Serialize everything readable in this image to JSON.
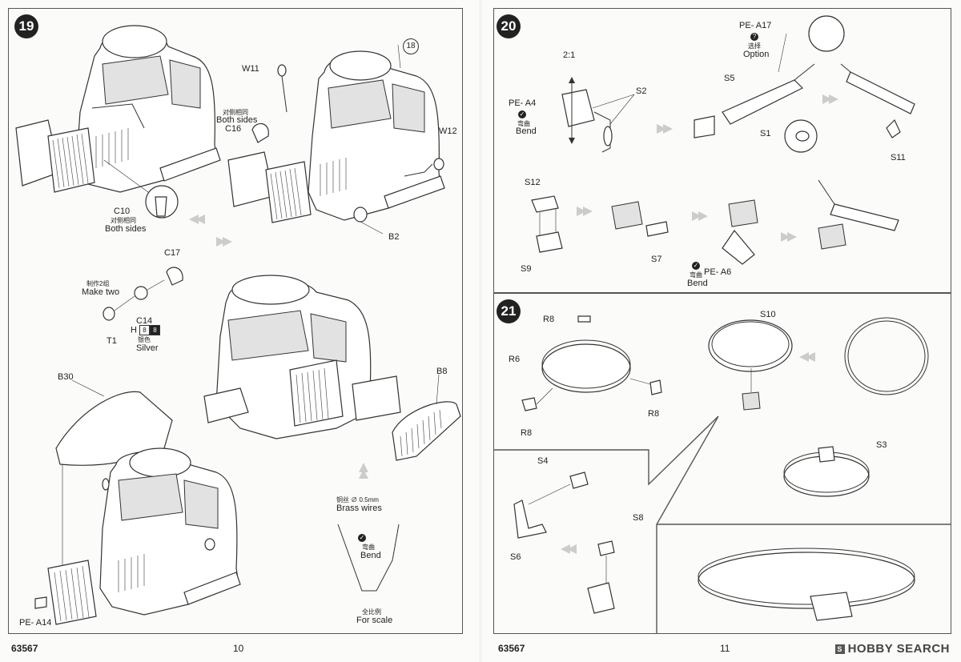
{
  "left_page": {
    "step_number": "19",
    "labels": {
      "W11": "W11",
      "n18": "18",
      "both_sides_cn_1": "对侧相同",
      "both_sides_en_1": "Both sides",
      "C16": "C16",
      "W12": "W12",
      "C10": "C10",
      "both_sides_cn_2": "对侧相同",
      "both_sides_en_2": "Both sides",
      "B2": "B2",
      "C17": "C17",
      "make_two_cn": "制作2组",
      "make_two_en": "Make two",
      "C14": "C14",
      "T1": "T1",
      "H": "H",
      "chip_8a": "8",
      "chip_8b": "8",
      "silver_cn": "银色",
      "silver_en": "Silver",
      "B30": "B30",
      "B8": "B8",
      "brass_cn": "铜丝 ∅ 0.5mm",
      "brass_en": "Brass wires",
      "bend_cn": "弯曲",
      "bend_en": "Bend",
      "scale_cn": "全比例",
      "scale_en": "For scale",
      "PE_A14": "PE- A14"
    },
    "footer_code": "63567",
    "page_number": "10"
  },
  "right_page": {
    "step_20": {
      "step_number": "20",
      "labels": {
        "ratio": "2:1",
        "PE_A4": "PE- A4",
        "bend_cn_1": "弯曲",
        "bend_en_1": "Bend",
        "S2": "S2",
        "PE_A17": "PE- A17",
        "option_icon": "?",
        "option_cn": "选择",
        "option_en": "Option",
        "S5": "S5",
        "S1": "S1",
        "S11": "S11",
        "S12": "S12",
        "S9": "S9",
        "S7": "S7",
        "PE_A6": "PE- A6",
        "bend_cn_2": "弯曲",
        "bend_en_2": "Bend"
      }
    },
    "step_21": {
      "step_number": "21",
      "labels": {
        "R8_top": "R8",
        "R6": "R6",
        "R8_right": "R8",
        "R8_left": "R8",
        "S10": "S10",
        "S3": "S3",
        "S4": "S4",
        "S6": "S6",
        "S8": "S8"
      }
    },
    "footer_code": "63567",
    "page_number": "11"
  },
  "watermark": {
    "icon": "S",
    "text": "HOBBY SEARCH"
  },
  "icons": [
    "bend-check-icon",
    "option-question-icon",
    "assembly-arrow-icon"
  ]
}
